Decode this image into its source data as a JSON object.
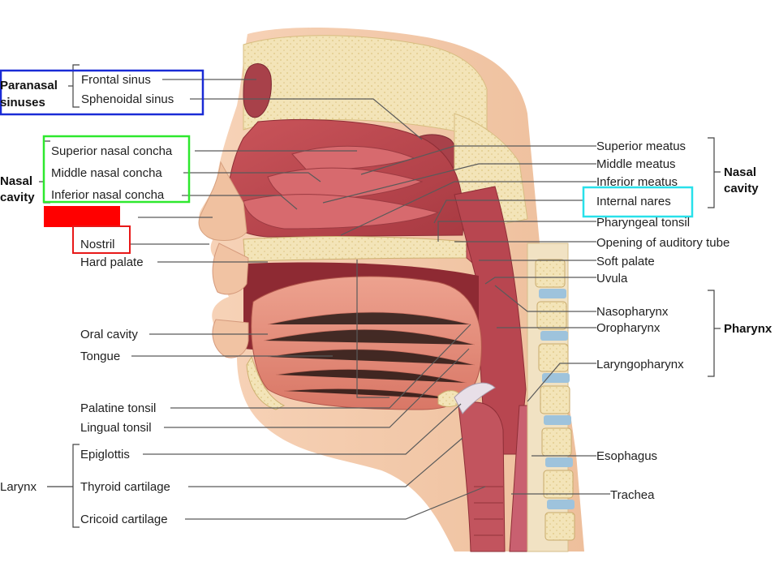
{
  "groups": {
    "paranasal": [
      "Paranasal",
      "sinuses"
    ],
    "nasal_left": [
      "Nasal",
      "cavity"
    ],
    "nasal_right": [
      "Nasal",
      "cavity"
    ],
    "pharynx": "Pharynx",
    "larynx": "Larynx"
  },
  "labels": {
    "frontal_sinus": "Frontal sinus",
    "sphenoidal_sinus": "Sphenoidal sinus",
    "superior_nasal_concha": "Superior nasal concha",
    "middle_nasal_concha": "Middle nasal concha",
    "inferior_nasal_concha": "Inferior nasal concha",
    "nostril": "Nostril",
    "hard_palate": "Hard palate",
    "oral_cavity": "Oral cavity",
    "tongue": "Tongue",
    "palatine_tonsil": "Palatine tonsil",
    "lingual_tonsil": "Lingual tonsil",
    "epiglottis": "Epiglottis",
    "thyroid_cartilage": "Thyroid cartilage",
    "cricoid_cartilage": "Cricoid cartilage",
    "superior_meatus": "Superior meatus",
    "middle_meatus": "Middle meatus",
    "inferior_meatus": "Inferior meatus",
    "internal_nares": "Internal nares",
    "pharyngeal_tonsil": "Pharyngeal tonsil",
    "opening_auditory_tube": "Opening of auditory tube",
    "soft_palate": "Soft palate",
    "uvula": "Uvula",
    "nasopharynx": "Nasopharynx",
    "oropharynx": "Oropharynx",
    "laryngopharynx": "Laryngopharynx",
    "esophagus": "Esophagus",
    "trachea": "Trachea"
  },
  "highlights": {
    "paranasal_box": "#1a2bd6",
    "conchae_box": "#2ee82e",
    "nostril_box": "#e81818",
    "redacted_bar": "#ff0000",
    "internal_nares_box": "#28e0ea"
  }
}
